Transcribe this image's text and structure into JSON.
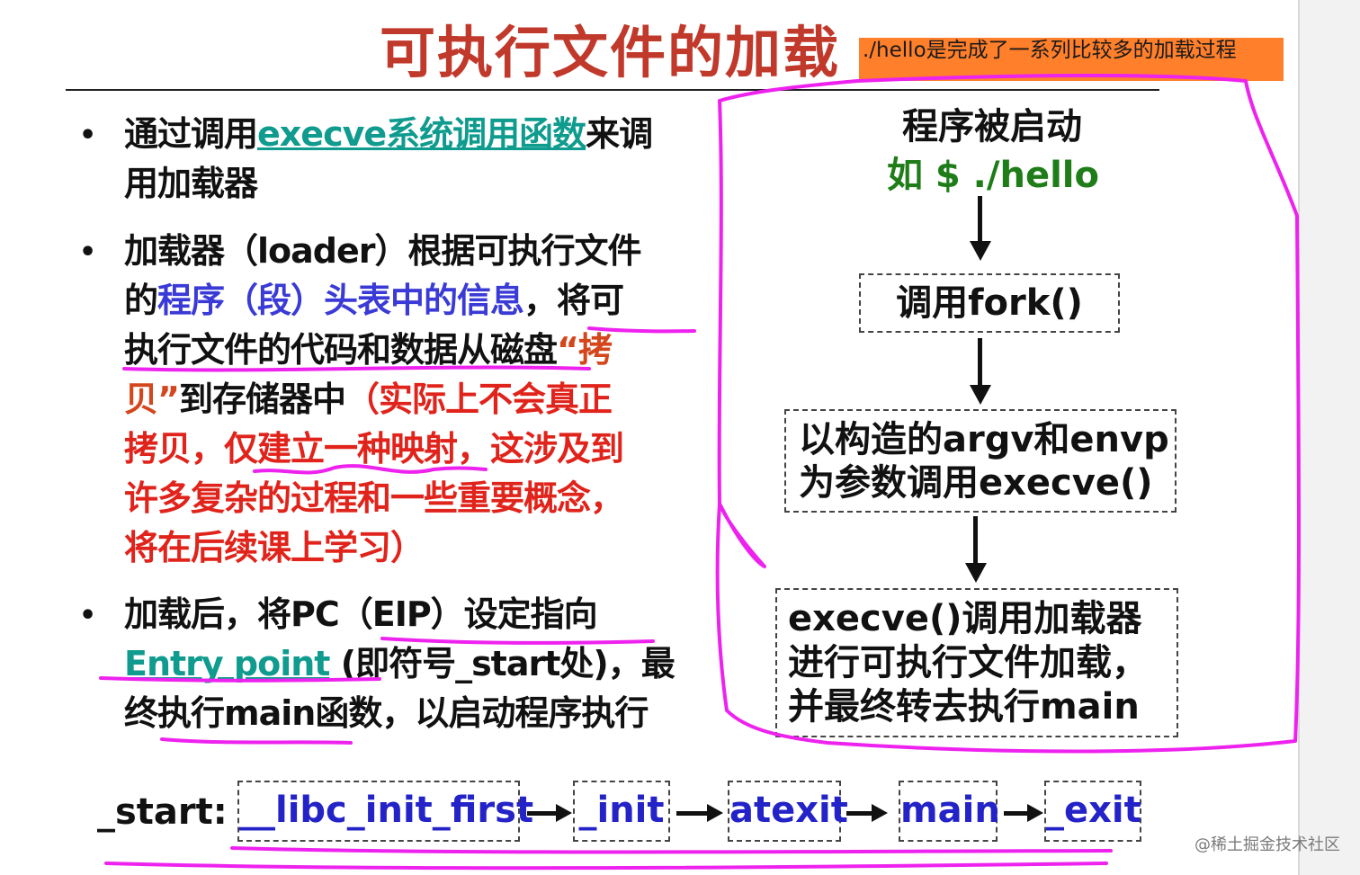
{
  "title": "可执行文件的加载",
  "note": "./hello是完成了一系列比较多的加载过程",
  "bullet1": {
    "pre": "通过调用",
    "highlight": "execve系统调用函数",
    "post1": "来调",
    "line2": "用加载器"
  },
  "bullet2": {
    "line1": "加载器（loader）根据可执行文件",
    "l2_pre": "的",
    "l2_blue": "程序（段）头表中的信息",
    "l2_post": "，将可",
    "l3_black": "执行文件的代码和数据从磁盘",
    "l3_red": "“拷",
    "l4_red1": "贝”",
    "l4_black": "到存储器中",
    "l4_red2": "（实际上不会真正",
    "l5": "拷贝，仅建立一种映射，这涉及到",
    "l6": "许多复杂的过程和一些重要概念，",
    "l7": "将在后续课上学习）"
  },
  "bullet3": {
    "line1": "加载后，将PC（EIP）设定指向",
    "entry": "Entry point",
    "l2_post": " (即符号_start处)，最",
    "line3": "终执行main函数，以启动程序执行"
  },
  "flow": {
    "title": "程序被启动",
    "cmd": "如 $ ./hello",
    "step1": "调用fork()",
    "step2_line1": "以构造的argv和envp",
    "step2_line2": "为参数调用execve()",
    "step3_line1": "execve()调用加载器",
    "step3_line2": "进行可执行文件加载，",
    "step3_line3": "并最终转去执行main"
  },
  "chain": {
    "label": "_start:",
    "items": [
      "__libc_init_first",
      "_init",
      "atexit",
      "main",
      "_exit"
    ]
  },
  "watermark": "@稀土掘金技术社区",
  "colors": {
    "title": "#c0392b",
    "note_bg": "#ff7f2a",
    "teal": "#0f9b8e",
    "blue": "#3a3ad6",
    "red": "#e0231b",
    "green": "#1e7d18",
    "annotation": "#ee22ee"
  }
}
